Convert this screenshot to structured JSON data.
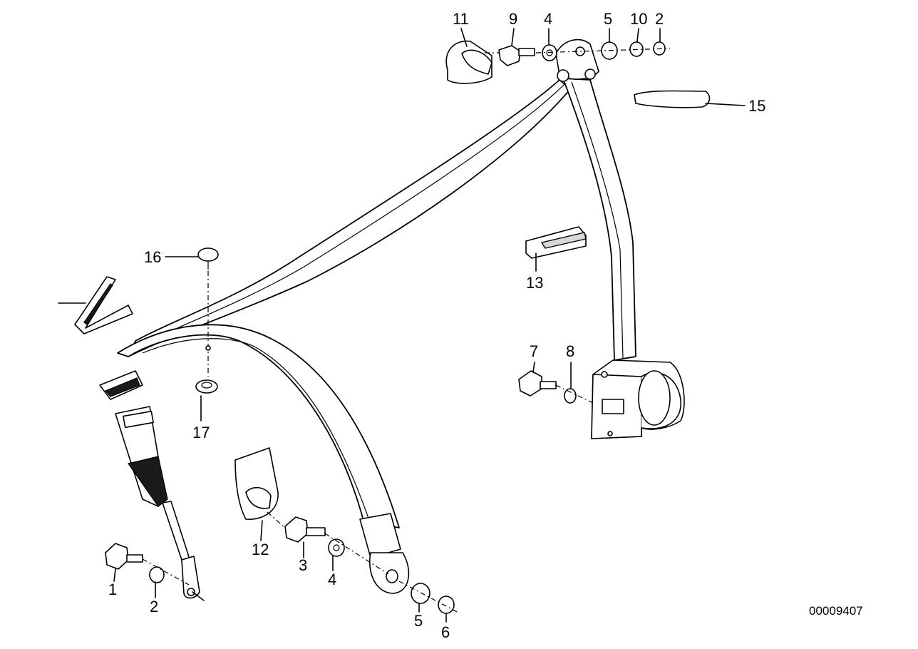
{
  "diagram": {
    "reference_number": "00009407",
    "callouts": {
      "c1": "1",
      "c2a": "2",
      "c2b": "2",
      "c3": "3",
      "c4a": "4",
      "c4b": "4",
      "c5a": "5",
      "c5b": "5",
      "c6": "6",
      "c7": "7",
      "c8": "8",
      "c9": "9",
      "c10": "10",
      "c11": "11",
      "c12": "12",
      "c13": "13",
      "c15": "15",
      "c16": "16",
      "c17": "17"
    }
  }
}
